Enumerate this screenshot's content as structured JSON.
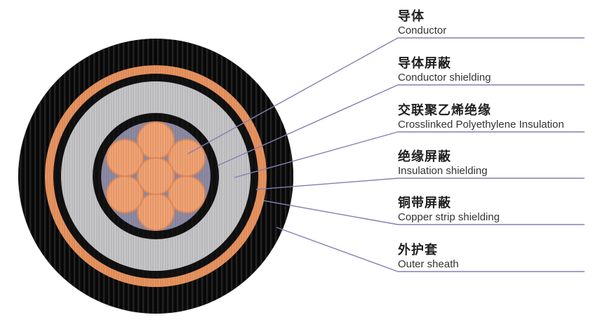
{
  "figure": {
    "type": "cable-cross-section-diagram",
    "labels": [
      {
        "zh": "导体",
        "en": "Conductor",
        "points_to": "conductor-strands"
      },
      {
        "zh": "导体屏蔽",
        "en": "Conductor shielding",
        "points_to": "conductor-shielding-ring"
      },
      {
        "zh": "交联聚乙烯绝缘",
        "en": "Crosslinked Polyethylene Insulation",
        "points_to": "xlpe-insulation-ring"
      },
      {
        "zh": "绝缘屏蔽",
        "en": "Insulation shielding",
        "points_to": "insulation-shielding-ring"
      },
      {
        "zh": "铜带屏蔽",
        "en": "Copper strip shielding",
        "points_to": "copper-strip-ring"
      },
      {
        "zh": "外护套",
        "en": "Outer sheath",
        "points_to": "outer-sheath-ring"
      }
    ],
    "strand_count": 7
  },
  "colors": {
    "background": "#ffffff",
    "leader_line": "#8280b2",
    "outer_sheath": "#0b0b0b",
    "copper_strip": "#ec9560",
    "insulation_shielding": "#0f0f0f",
    "xlpe_insulation": "#c8c8ca",
    "conductor_shielding": "#101010",
    "filler": "#8f8ca6",
    "strand": "#f5a474",
    "strand_edge": "#e38d5e",
    "label_zh": "#1f1f1f",
    "label_en": "#333333"
  }
}
